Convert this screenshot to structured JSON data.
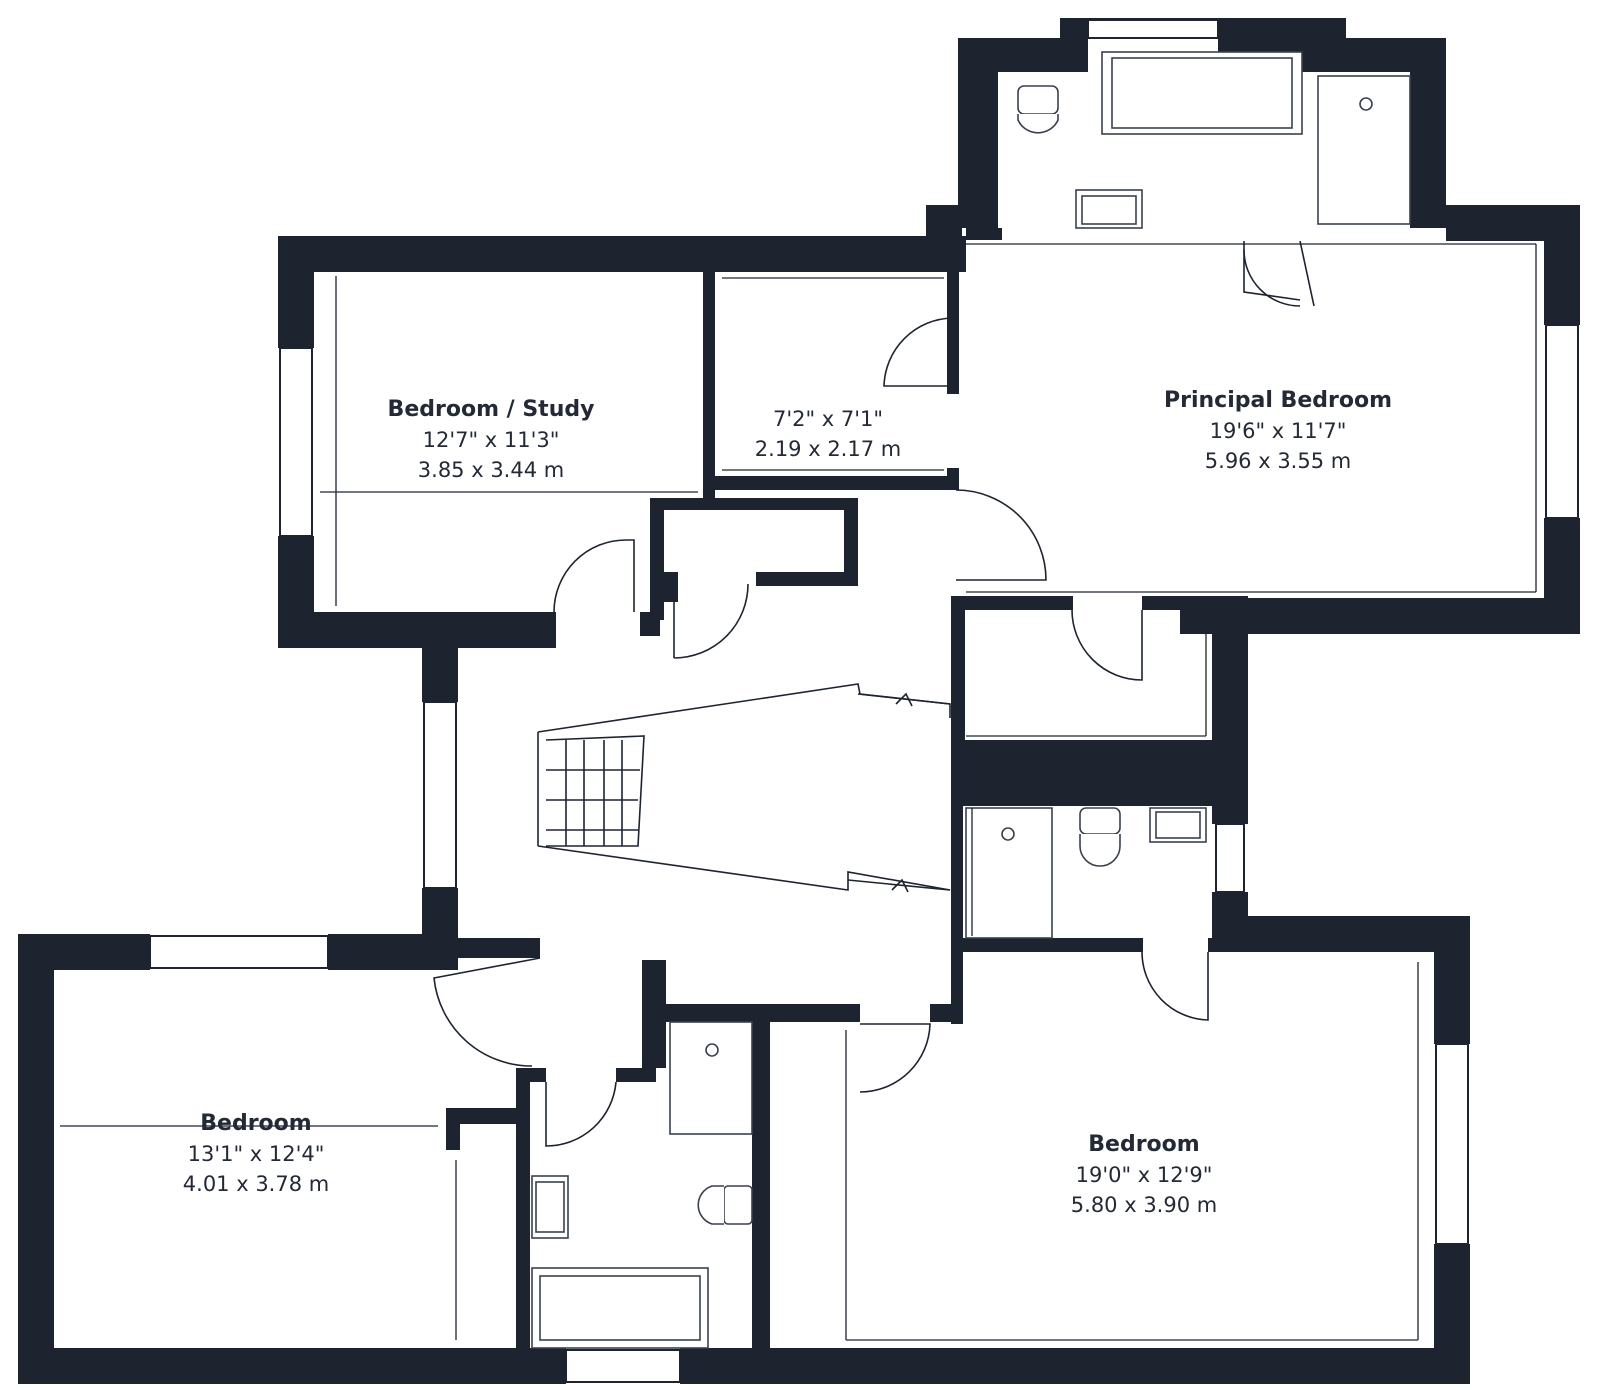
{
  "colors": {
    "wall": "#1d2430",
    "text": "#232a36",
    "fixture": "#3a414d",
    "window": "#ffffff",
    "background": "#ffffff"
  },
  "rooms": {
    "bedroom_study": {
      "name": "Bedroom / Study",
      "imperial": "12'7\" x 11'3\"",
      "metric": "3.85 x 3.44 m"
    },
    "small_room": {
      "name": "",
      "imperial": "7'2\" x 7'1\"",
      "metric": "2.19 x 2.17 m"
    },
    "principal_bedroom": {
      "name": "Principal Bedroom",
      "imperial": "19'6\" x 11'7\"",
      "metric": "5.96 x 3.55 m"
    },
    "bedroom_left": {
      "name": "Bedroom",
      "imperial": "13'1\" x 12'4\"",
      "metric": "4.01 x 3.78 m"
    },
    "bedroom_right": {
      "name": "Bedroom",
      "imperial": "19'0\" x 12'9\"",
      "metric": "5.80 x 3.90 m"
    }
  },
  "icons": {
    "wc": "toilet-icon",
    "shower": "shower-icon",
    "bath": "bath-icon",
    "basin": "basin-icon",
    "stairs": "staircase-icon",
    "door": "door-swing-icon",
    "window": "window-icon"
  }
}
